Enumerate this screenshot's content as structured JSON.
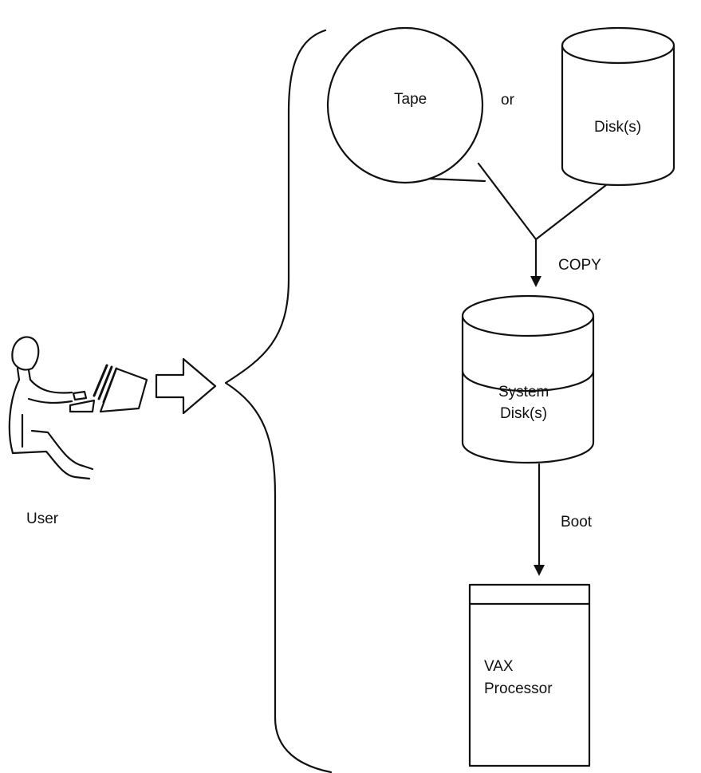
{
  "labels": {
    "tape": "Tape",
    "or": "or",
    "disk": "Disk(s)",
    "copy": "COPY",
    "system_line1": "System",
    "system_line2": "Disk(s)",
    "boot": "Boot",
    "vax_line1": "VAX",
    "vax_line2": "Processor",
    "user": "User"
  },
  "icons": {
    "user": "person-at-terminal-icon",
    "arrow": "hollow-right-arrow-icon",
    "tape": "tape-reel-icon",
    "disk": "disk-cylinder-icon",
    "processor": "cabinet-icon"
  },
  "colors": {
    "ink": "#111111",
    "background": "#ffffff"
  }
}
